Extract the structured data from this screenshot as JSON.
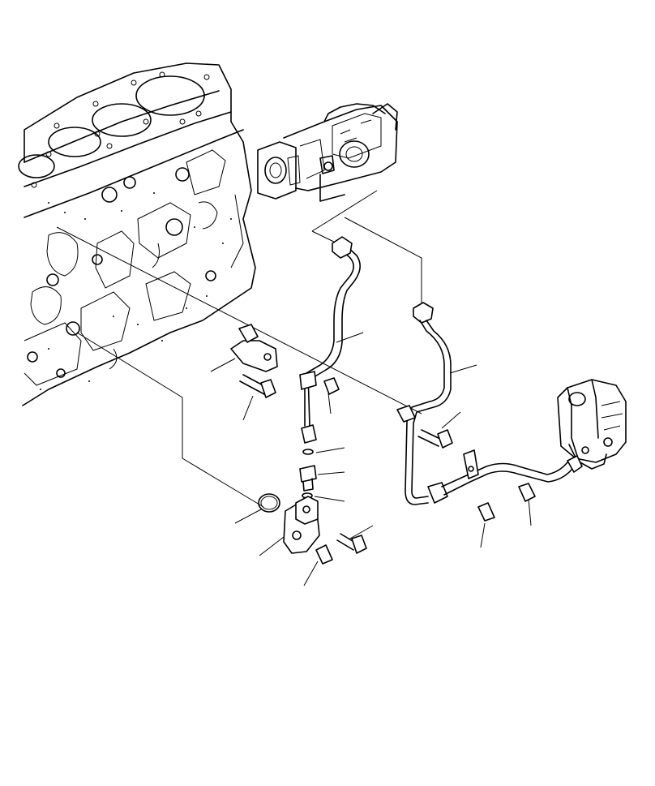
{
  "diagram": {
    "colors": {
      "ink": "#000000",
      "background": "#ffffff"
    },
    "components": [
      "engine-block",
      "fuel-injection-pump",
      "hydraulic-pump",
      "fuel-tube-upper",
      "fuel-tube-lower",
      "tube-clamp-bracket",
      "mounting-bolt",
      "o-ring",
      "connector-adapter",
      "mounting-flange",
      "bleed-screw"
    ]
  }
}
